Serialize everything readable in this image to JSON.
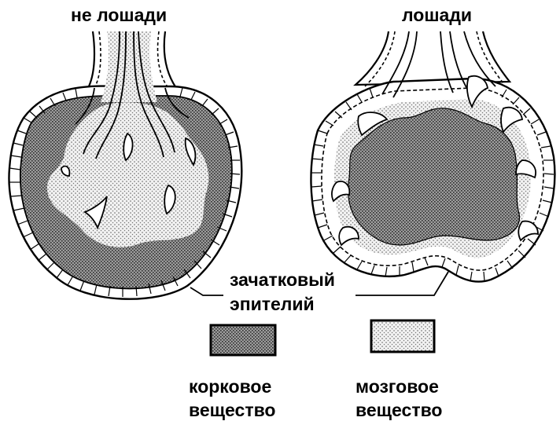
{
  "titles": {
    "non_horse": "не лошади",
    "horse": "лошади"
  },
  "labels": {
    "germinal_epithelium_line1": "зачатковый",
    "germinal_epithelium_line2": "эпителий",
    "cortex_line1": "корковое",
    "cortex_line2": "вещество",
    "medulla_line1": "мозговое",
    "medulla_line2": "вещество"
  },
  "colors": {
    "outline": "#000000",
    "cortex_fill": "#9a9a9a",
    "medulla_fill": "#dcdcdc",
    "background": "#ffffff"
  }
}
